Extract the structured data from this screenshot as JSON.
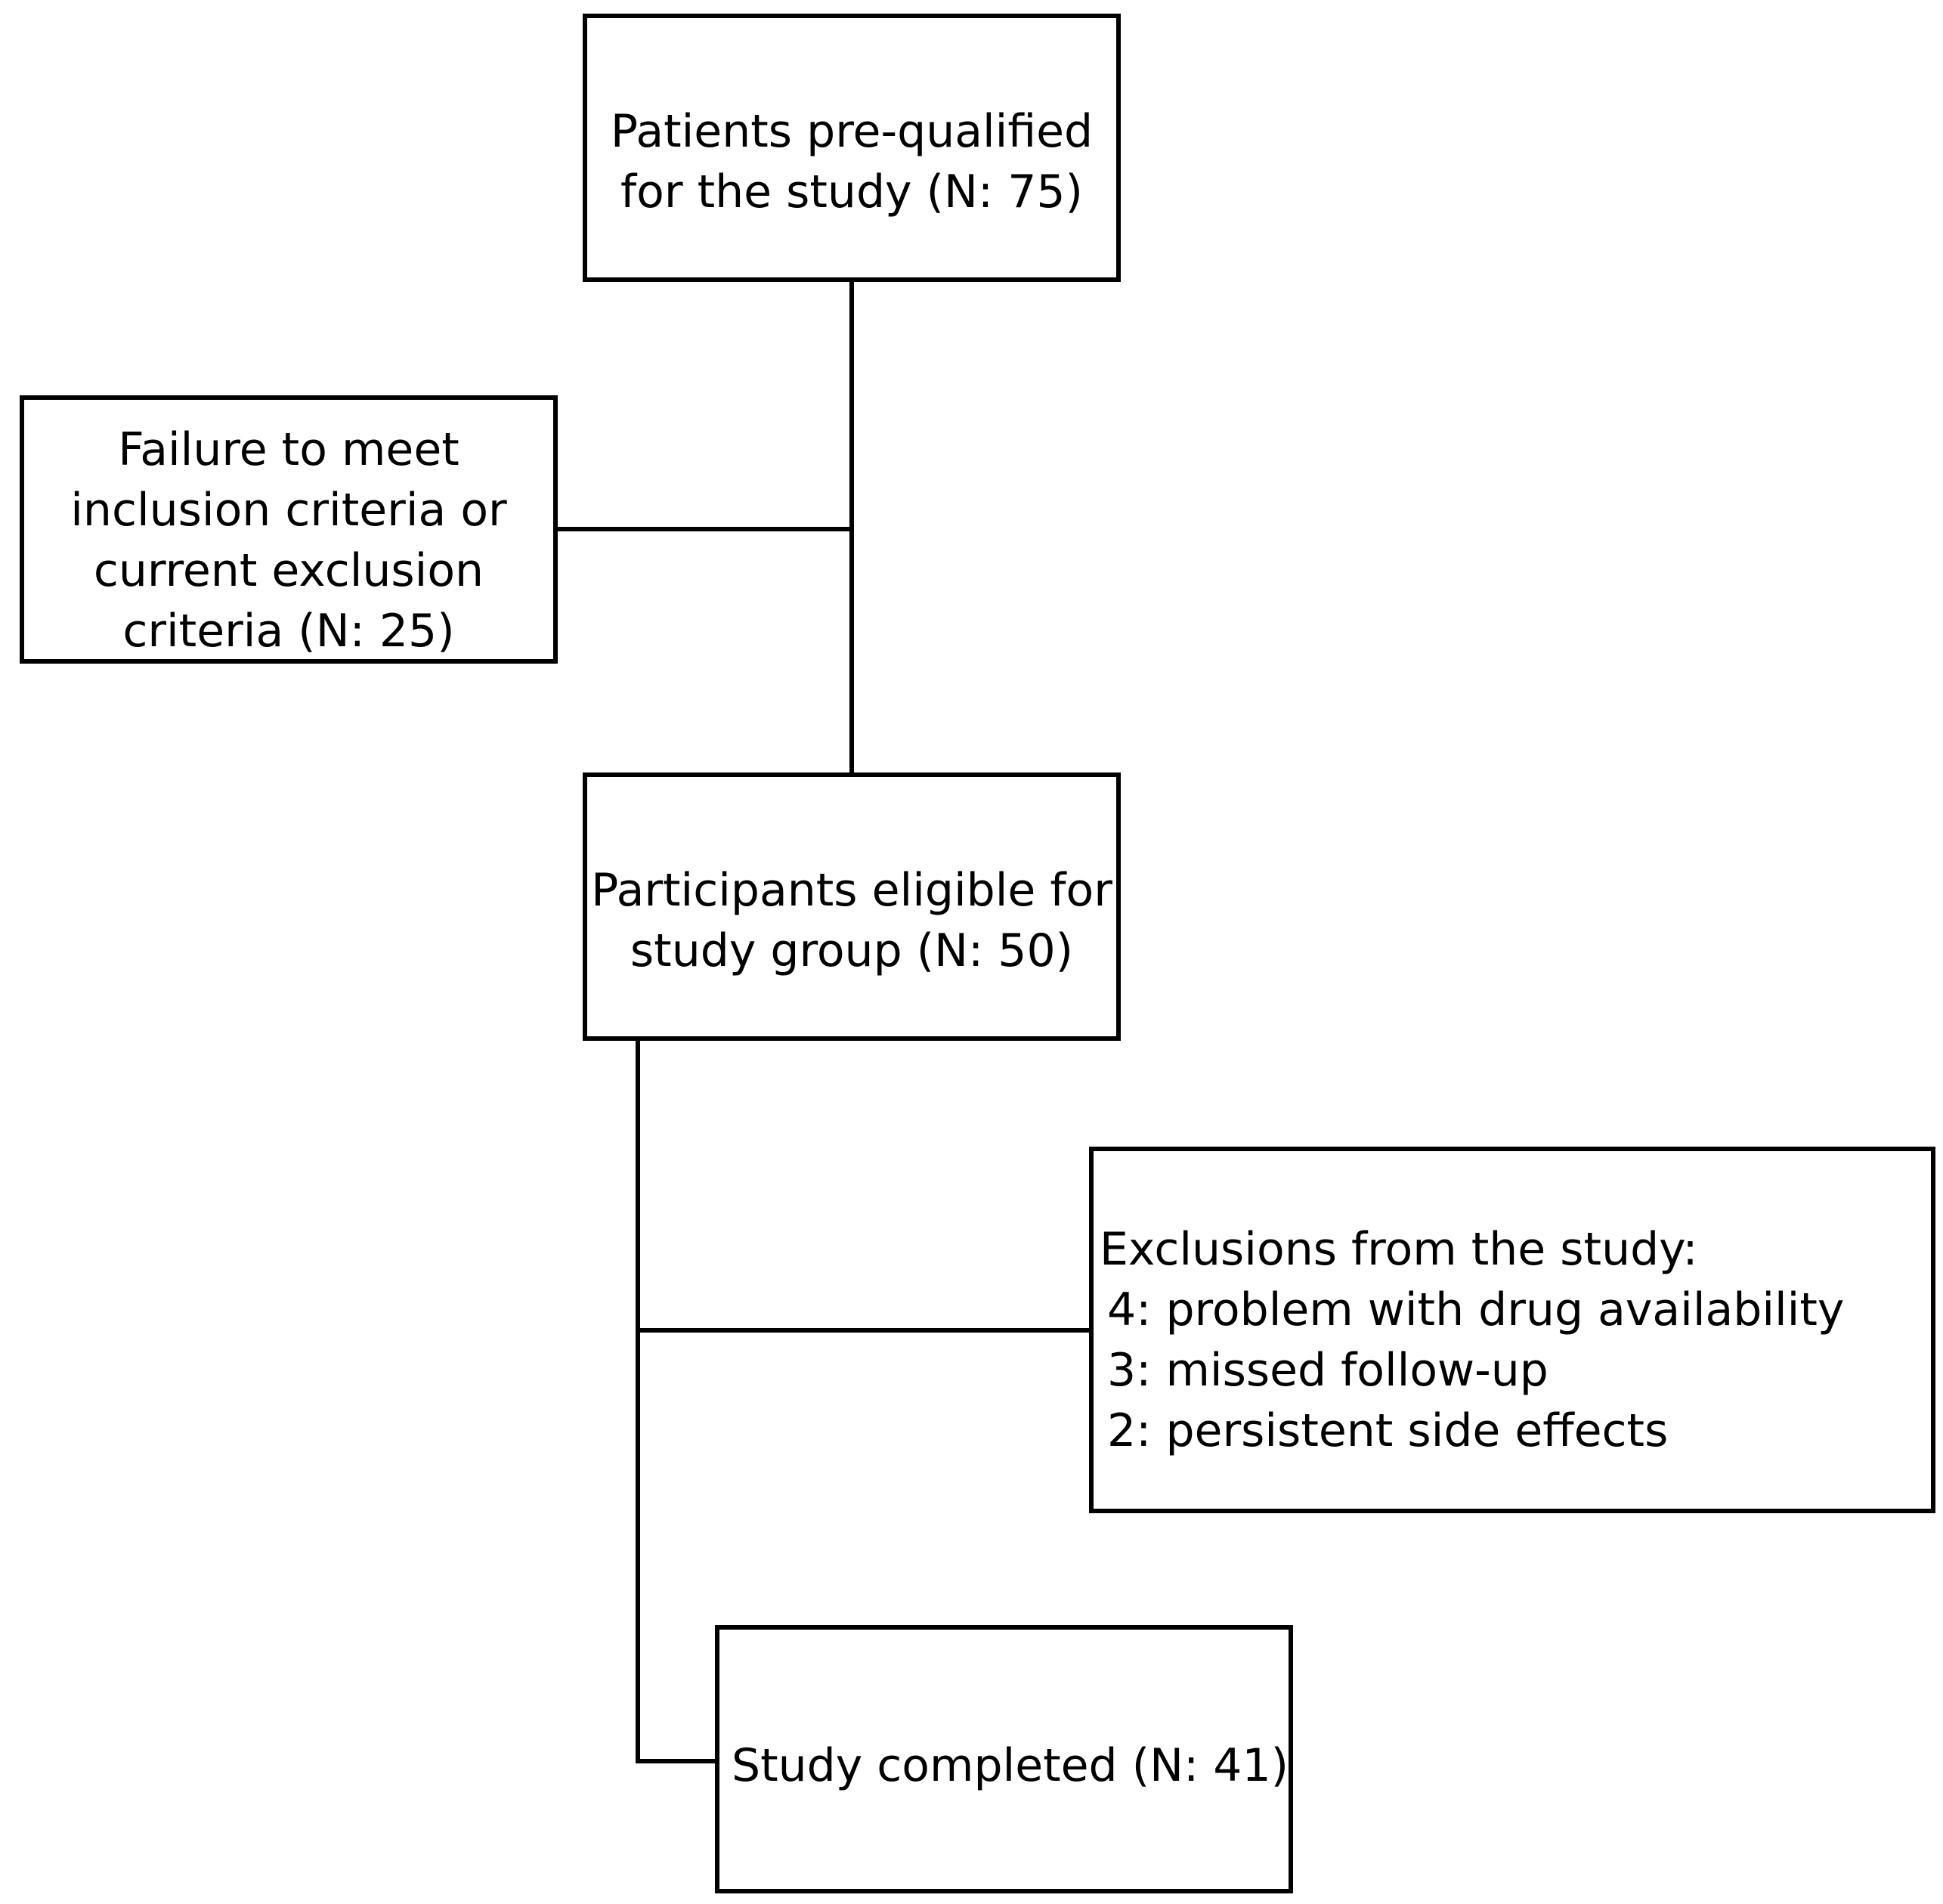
{
  "boxes": {
    "prequalified": [
      "Patients pre-qualified",
      "for the study (N: 75)"
    ],
    "failure": [
      "Failure to meet",
      "inclusion criteria or",
      "current exclusion",
      "criteria (N: 25)"
    ],
    "eligible": [
      "Participants eligible for",
      "study group (N: 50)"
    ],
    "exclusions": {
      "heading": "Exclusions from the study:",
      "items": [
        "4: problem with drug availability",
        "3: missed follow-up",
        "2: persistent side effects"
      ]
    },
    "completed": "Study completed (N: 41)"
  },
  "colors": {
    "stroke": "#000000",
    "background": "#ffffff"
  }
}
